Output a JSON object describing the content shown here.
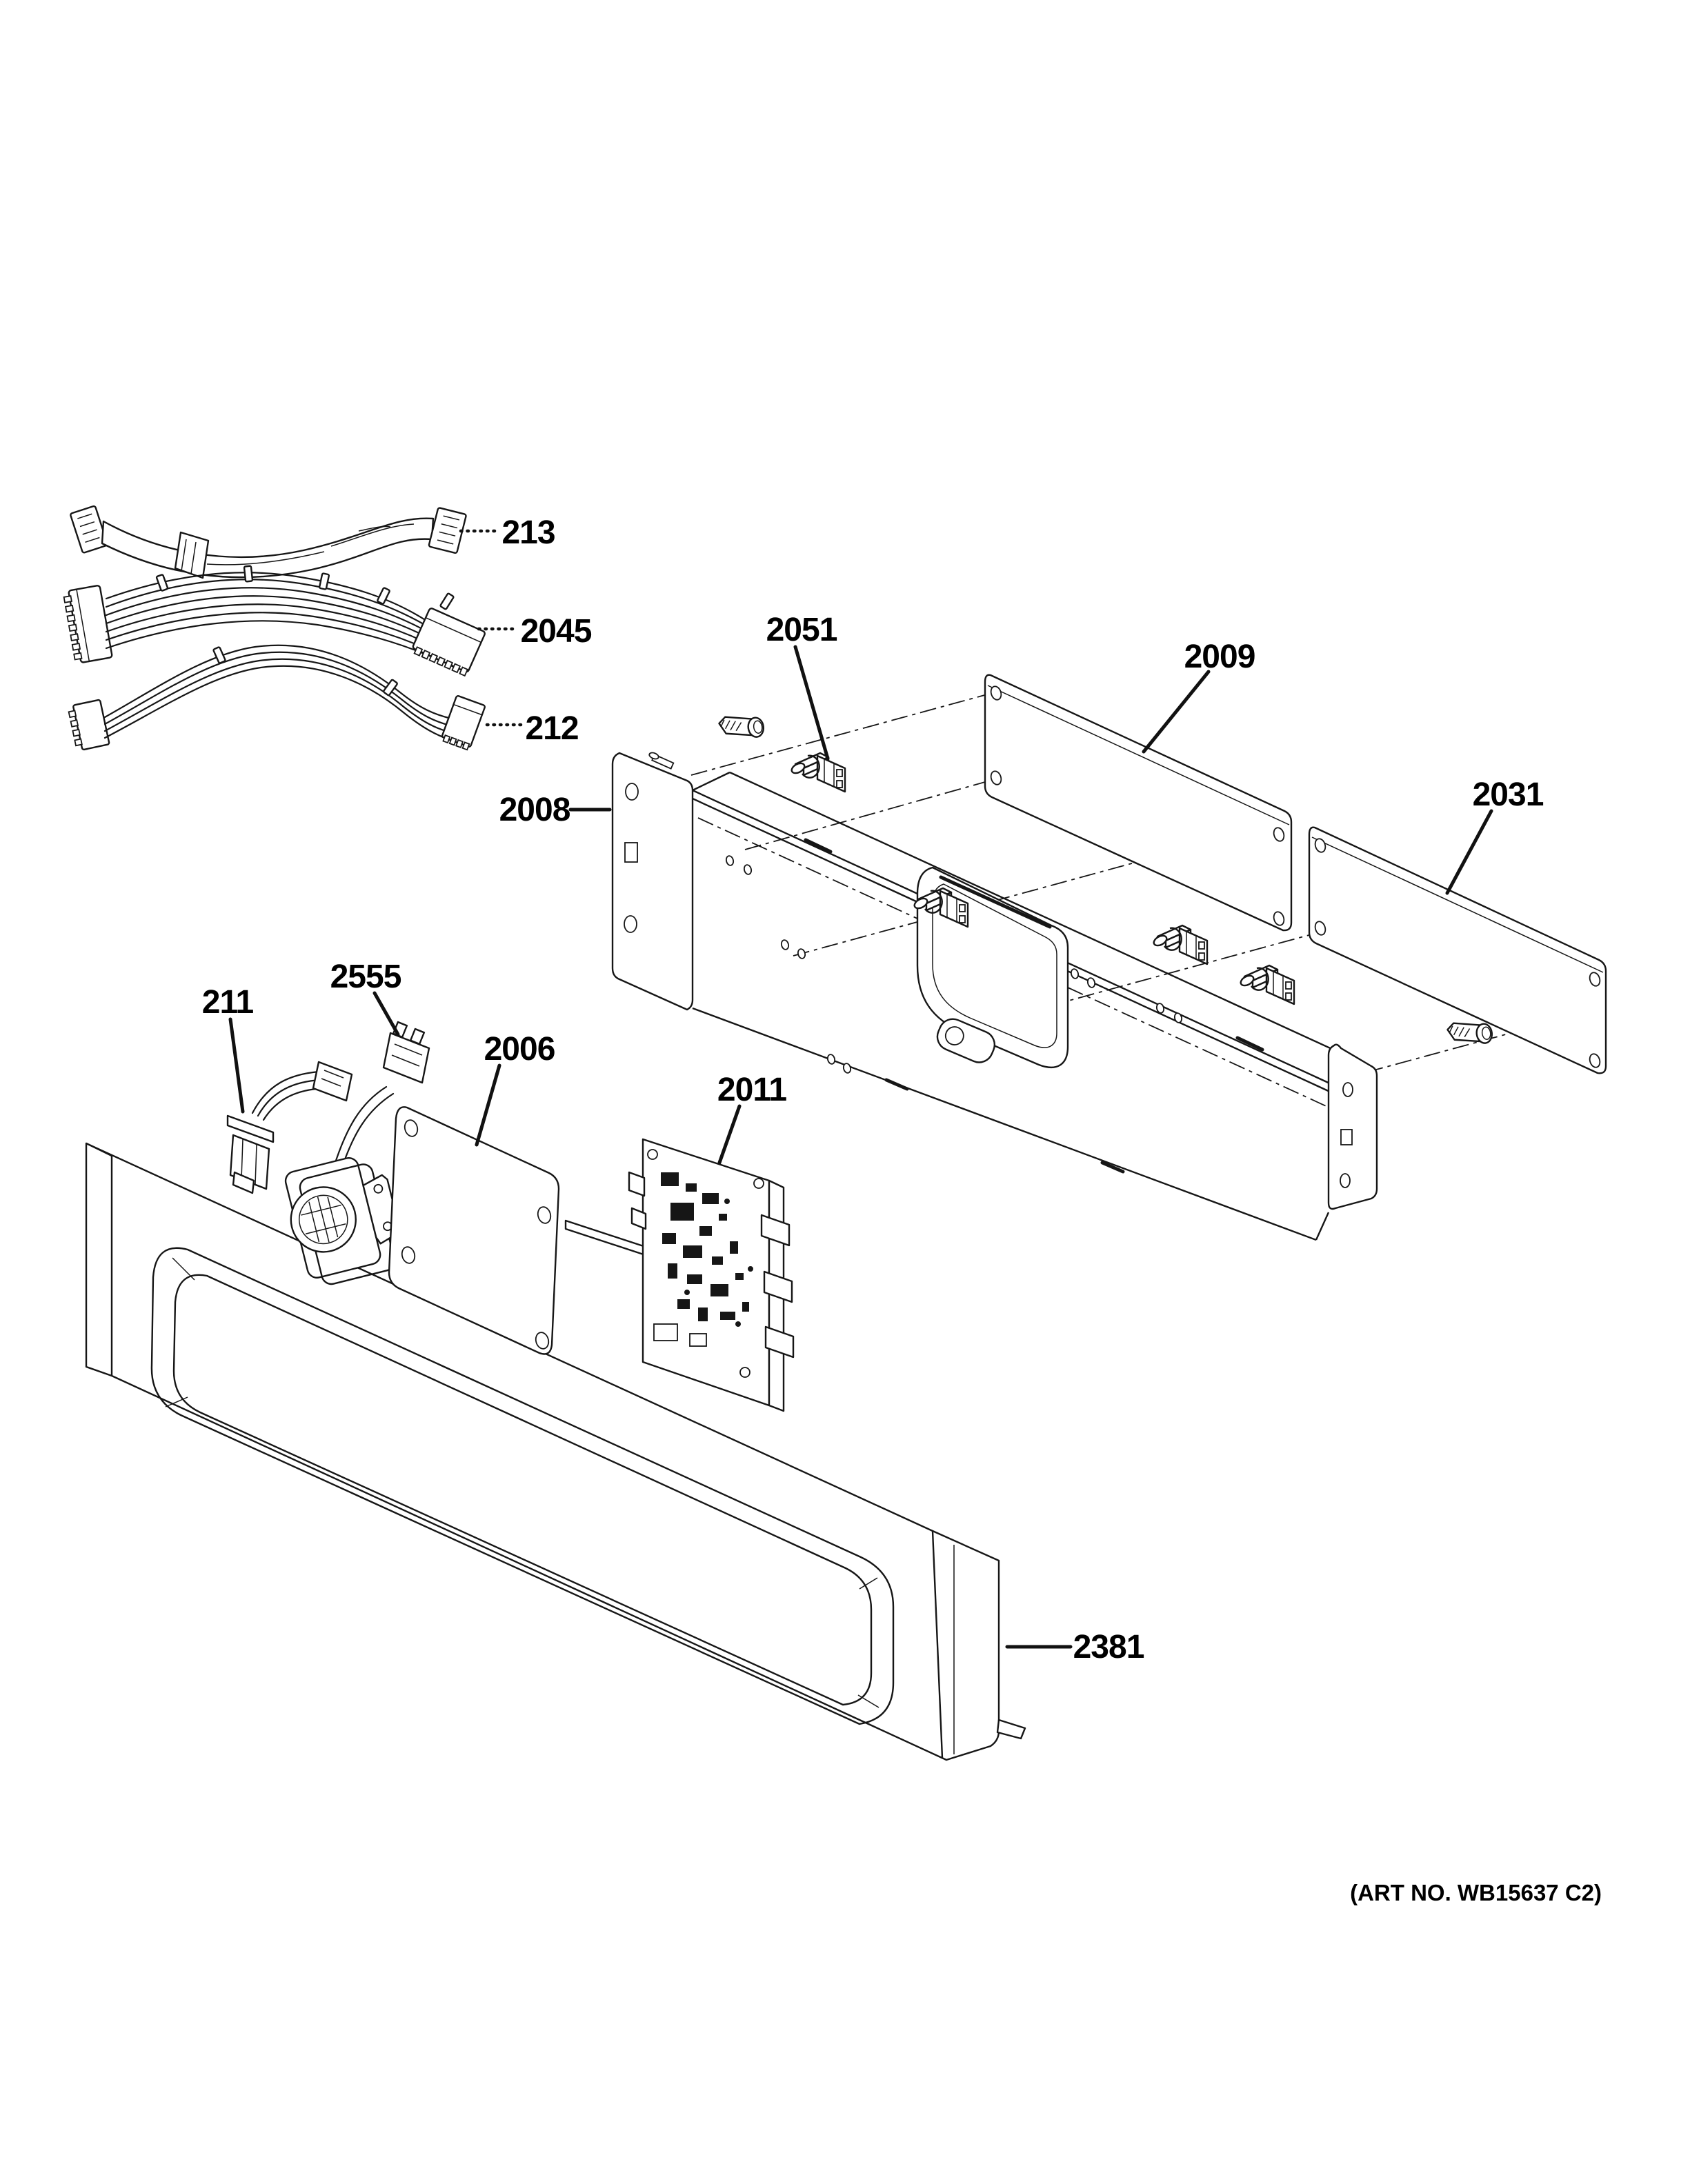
{
  "diagram": {
    "background": "#ffffff",
    "line_color": "#161616"
  },
  "callouts": {
    "c213": {
      "label": "213"
    },
    "c2045": {
      "label": "2045"
    },
    "c212": {
      "label": "212"
    },
    "c2051": {
      "label": "2051"
    },
    "c2009": {
      "label": "2009"
    },
    "c2008": {
      "label": "2008"
    },
    "c2031": {
      "label": "2031"
    },
    "c211": {
      "label": "211"
    },
    "c2555": {
      "label": "2555"
    },
    "c2006": {
      "label": "2006"
    },
    "c2011": {
      "label": "2011"
    },
    "c2381": {
      "label": "2381"
    }
  },
  "footer": {
    "art_no": "(ART NO. WB15637 C2)"
  }
}
